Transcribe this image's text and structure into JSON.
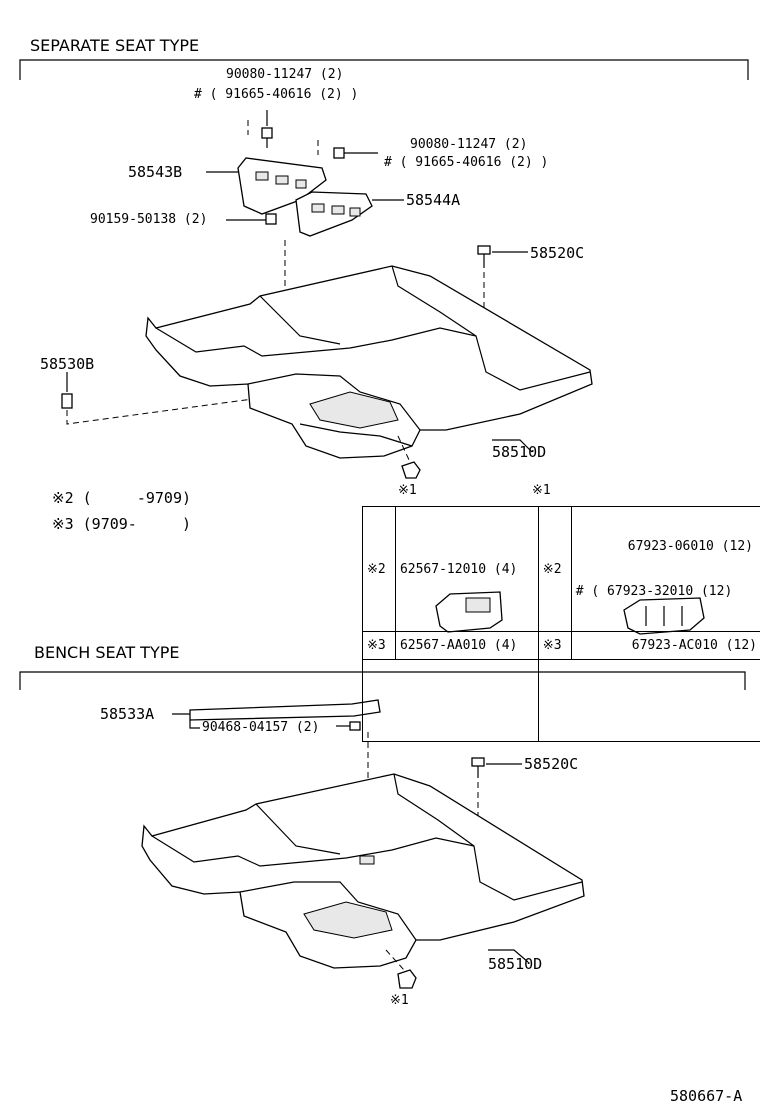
{
  "sections": {
    "separate_title": "SEPARATE SEAT TYPE",
    "bench_title": "BENCH SEAT TYPE"
  },
  "separate": {
    "bolt_top_a": "90080-11247 (2)",
    "bolt_top_a_alt": "# ( 91665-40616 (2) )",
    "bolt_top_b": "90080-11247 (2)",
    "bolt_top_b_alt": "# ( 91665-40616 (2) )",
    "bracket_left": "58543B",
    "bracket_right": "58544A",
    "bolt_lower": "90159-50138 (2)",
    "clip_right": "58520C",
    "clip_left": "58530B",
    "carpet": "58510D",
    "ref_1": "※1",
    "ref_1_table": "※1"
  },
  "legend": {
    "note2": "※2 (     -9709)",
    "note3": "※3 (9709-     )"
  },
  "table": {
    "r1_mark_a": "※2",
    "r1_part_a": "62567-12010 (4)",
    "r1_mark_b": "※2",
    "r1_part_b": "67923-06010 (12)",
    "r1_part_b_alt": "# ( 67923-32010 (12)",
    "r2_mark_a": "※3",
    "r2_part_a": "62567-AA010 (4)",
    "r2_mark_b": "※3",
    "r2_part_b": "67923-AC010 (12)"
  },
  "bench": {
    "cover": "58533A",
    "clip_small": "90468-04157 (2)",
    "clip_right": "58520C",
    "carpet": "58510D",
    "ref_1": "※1"
  },
  "footer": {
    "code": "580667-A"
  }
}
